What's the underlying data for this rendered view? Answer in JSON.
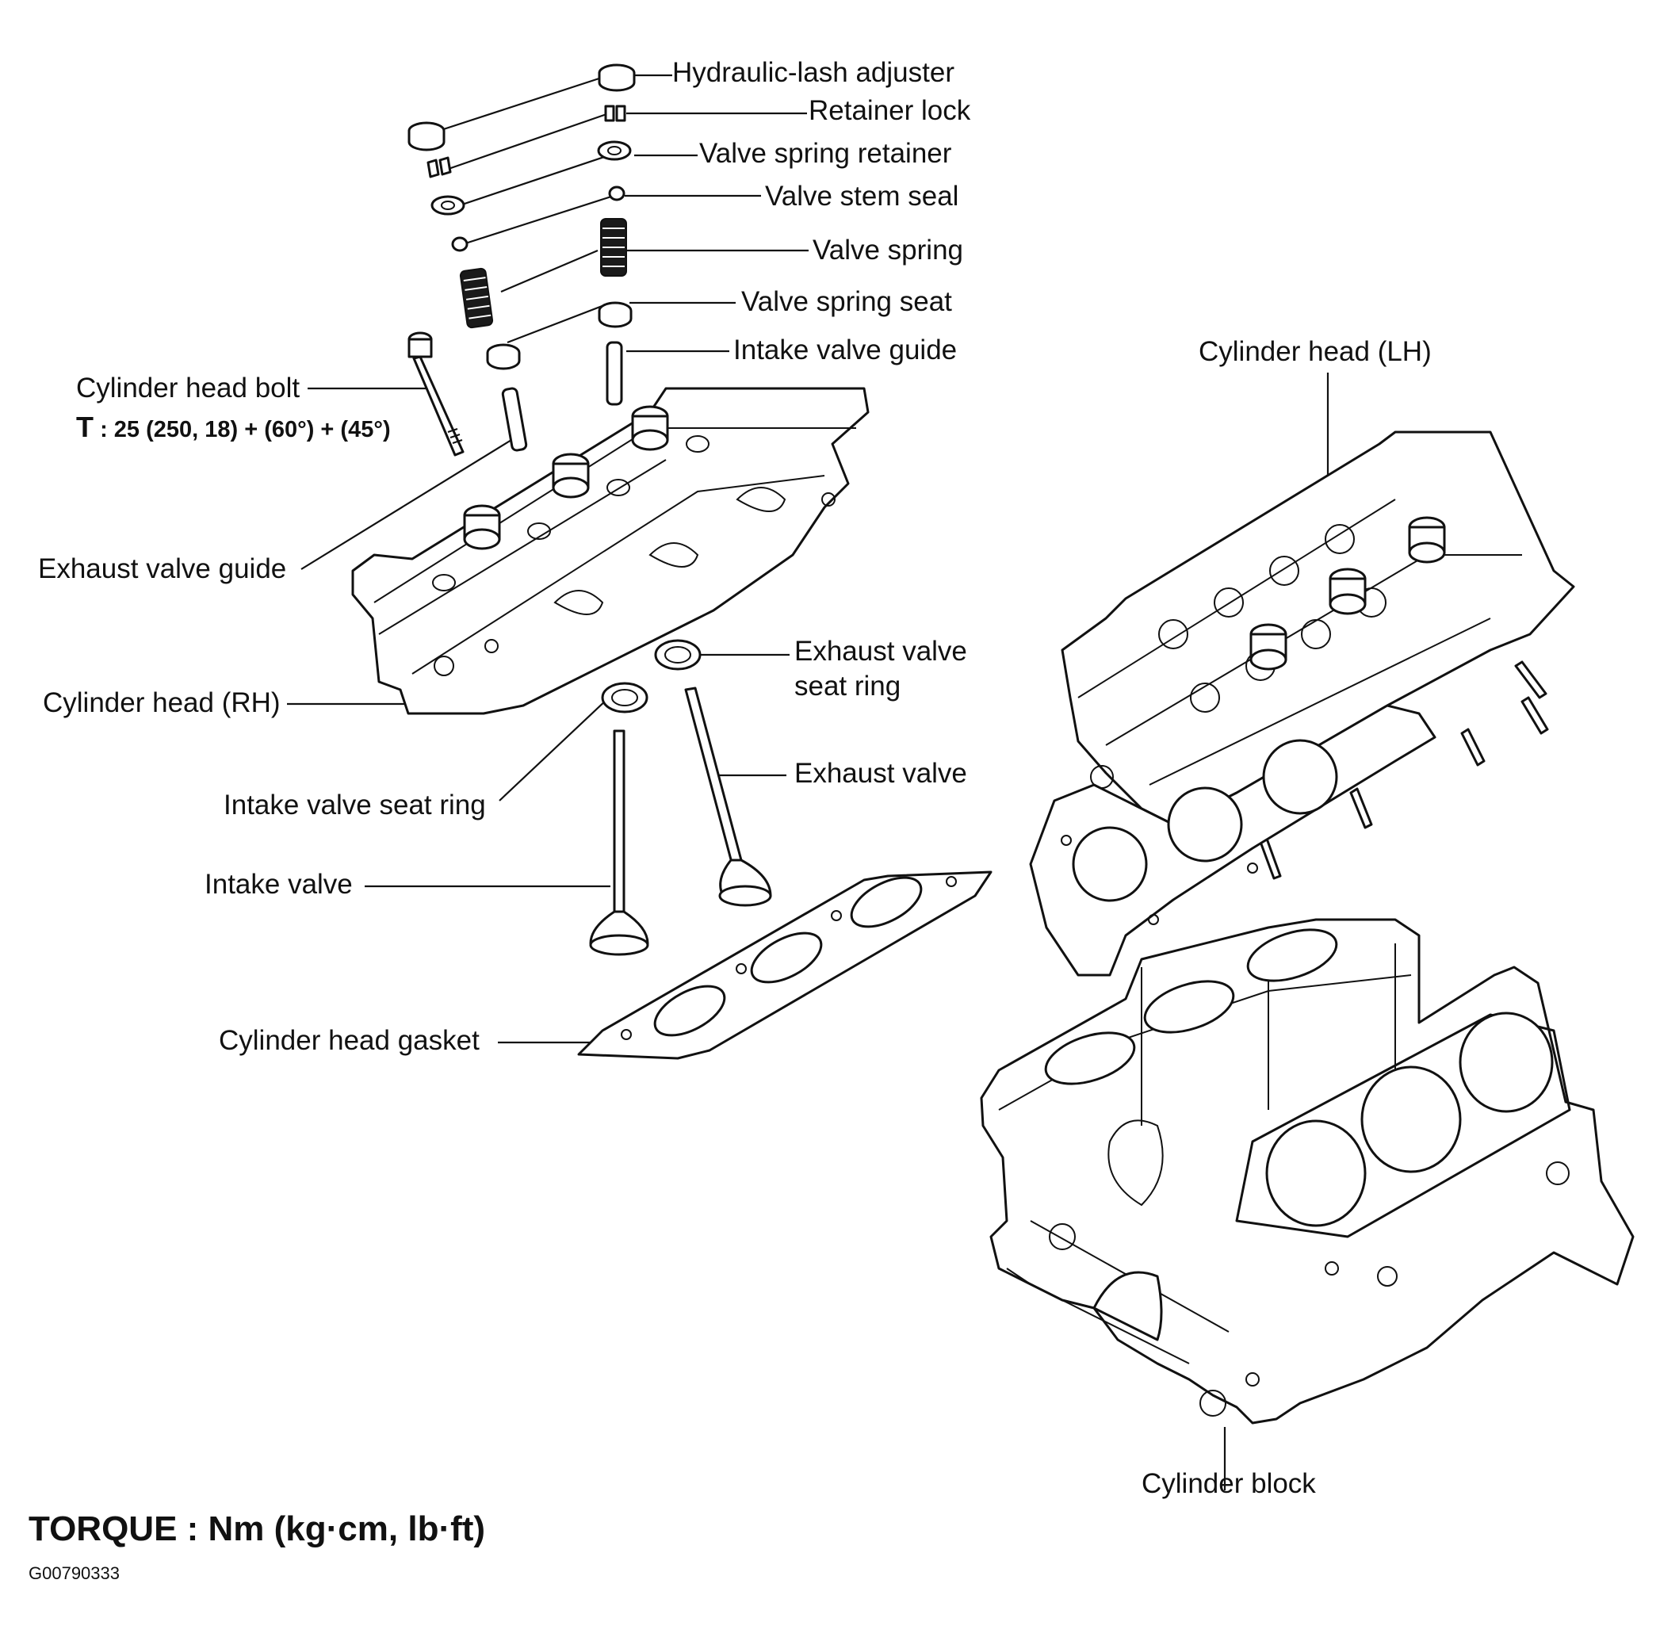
{
  "labels": {
    "hydraulic_lash_adjuster": "Hydraulic-lash adjuster",
    "retainer_lock": "Retainer lock",
    "valve_spring_retainer": "Valve spring retainer",
    "valve_stem_seal": "Valve stem seal",
    "valve_spring": "Valve spring",
    "valve_spring_seat": "Valve spring seat",
    "intake_valve_guide": "Intake valve guide",
    "cylinder_head_bolt": "Cylinder head bolt",
    "exhaust_valve_guide": "Exhaust valve guide",
    "cylinder_head_rh": "Cylinder head (RH)",
    "exhaust_valve_seat_ring_line1": "Exhaust valve",
    "exhaust_valve_seat_ring_line2": "seat ring",
    "exhaust_valve": "Exhaust valve",
    "intake_valve_seat_ring": "Intake valve seat ring",
    "intake_valve": "Intake valve",
    "cylinder_head_gasket": "Cylinder head gasket",
    "cylinder_head_lh": "Cylinder head (LH)",
    "cylinder_block": "Cylinder block"
  },
  "bolt_torque": {
    "prefix": "T",
    "value": ": 25 (250, 18) + (60°) + (45°)"
  },
  "footer": {
    "torque_units": "TORQUE : Nm (kg·cm, lb·ft)",
    "figure_code": "G00790333"
  }
}
